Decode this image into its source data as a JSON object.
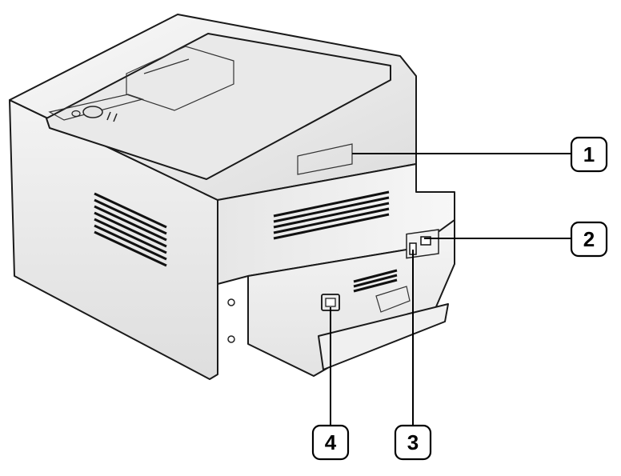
{
  "callouts": [
    {
      "id": 1,
      "label": "1"
    },
    {
      "id": 2,
      "label": "2"
    },
    {
      "id": 3,
      "label": "3"
    },
    {
      "id": 4,
      "label": "4"
    }
  ],
  "colors": {
    "body_light": "#f4f4f4",
    "body_mid": "#e2e2e2",
    "body_dark": "#cfcfcf",
    "outline": "#1a1a1a",
    "vent": "#111111"
  }
}
